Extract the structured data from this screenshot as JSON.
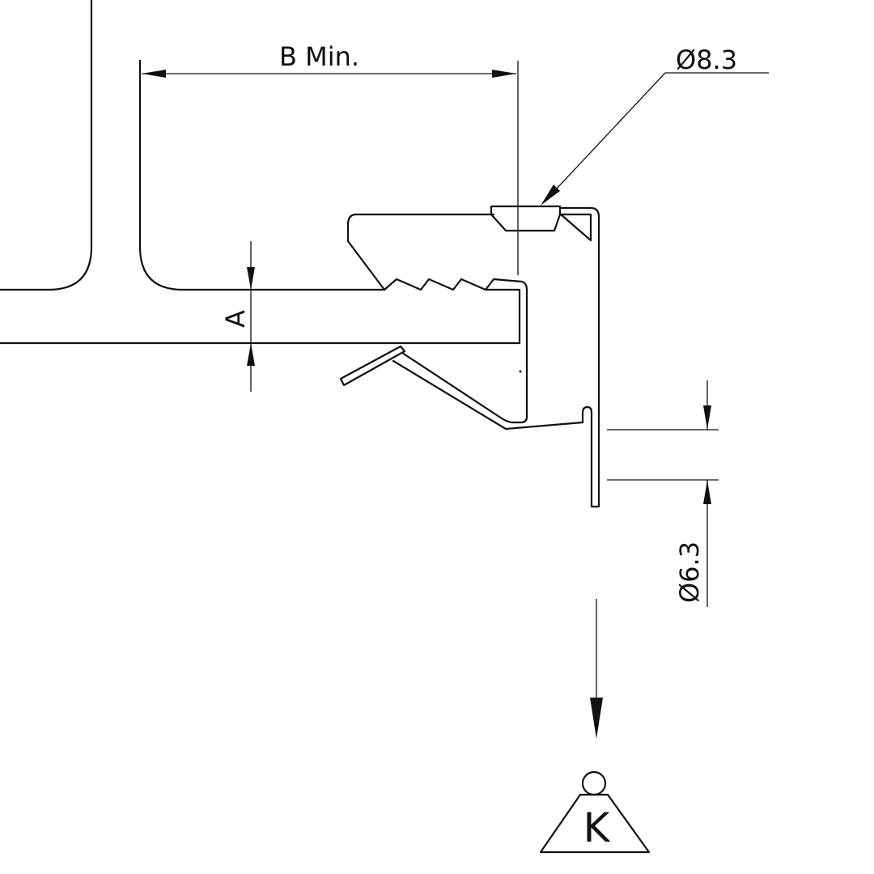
{
  "labels": {
    "b_min": "B  Min.",
    "dia_top": "Ø8.3",
    "dia_side": "Ø6.3",
    "a": "A",
    "weight": "K"
  },
  "colors": {
    "ink": "#111111",
    "paper": "#ffffff"
  }
}
